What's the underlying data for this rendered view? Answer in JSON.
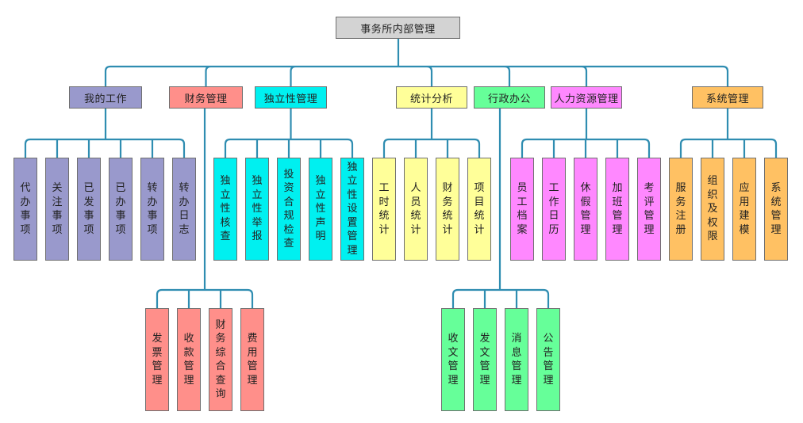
{
  "root": {
    "label": "事务所内部管理",
    "color": "#d3d3d3"
  },
  "categories": [
    {
      "id": "my-work",
      "label": "我的工作",
      "color": "#9999cc",
      "children": [
        "代办事项",
        "关注事项",
        "已发事项",
        "已办事项",
        "转办事项",
        "转办日志"
      ]
    },
    {
      "id": "finance",
      "label": "财务管理",
      "color": "#ff8f8a",
      "children": [
        "发票管理",
        "收款管理",
        "财务综合查询",
        "费用管理"
      ]
    },
    {
      "id": "independence",
      "label": "独立性管理",
      "color": "#00f0f0",
      "children": [
        "独立性核查",
        "独立性举报",
        "投资合规检查",
        "独立性声明",
        "独立性设置管理"
      ]
    },
    {
      "id": "statistics",
      "label": "统计分析",
      "color": "#ffff99",
      "children": [
        "工时统计",
        "人员统计",
        "财务统计",
        "项目统计"
      ]
    },
    {
      "id": "admin",
      "label": "行政办公",
      "color": "#66ff99",
      "children": [
        "收文管理",
        "发文管理",
        "消息管理",
        "公告管理"
      ]
    },
    {
      "id": "hr",
      "label": "人力资源管理",
      "color": "#ff88ff",
      "children": [
        "员工档案",
        "工作日历",
        "休假管理",
        "加班管理",
        "考评管理"
      ]
    },
    {
      "id": "system",
      "label": "系统管理",
      "color": "#ffc163",
      "children": [
        "服务注册",
        "组织及权限",
        "应用建模",
        "系统管理"
      ]
    }
  ]
}
